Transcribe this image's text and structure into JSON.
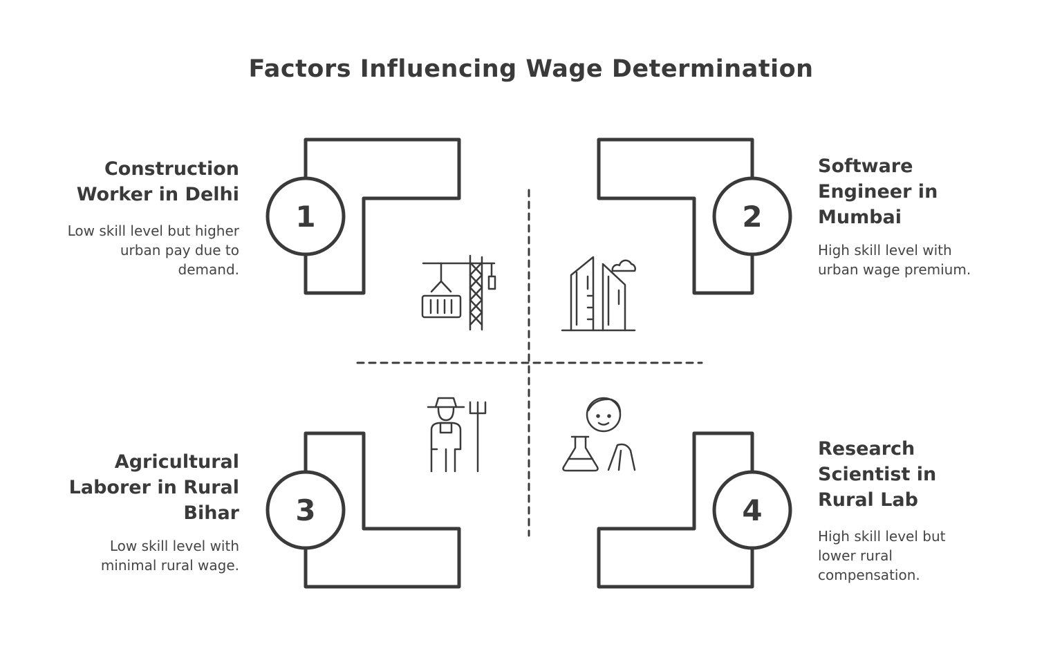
{
  "title": "Factors Influencing Wage Determination",
  "quadrants": [
    {
      "number": "1",
      "heading": "Construction Worker in Delhi",
      "description": "Low skill level but higher urban pay due to demand.",
      "icon": "construction-crane-icon"
    },
    {
      "number": "2",
      "heading": "Software Engineer in Mumbai",
      "description": "High skill level with urban wage premium.",
      "icon": "city-buildings-icon"
    },
    {
      "number": "3",
      "heading": "Agricultural Laborer in Rural Bihar",
      "description": "Low skill level with minimal rural wage.",
      "icon": "farmer-pitchfork-icon"
    },
    {
      "number": "4",
      "heading": "Research Scientist in Rural Lab",
      "description": "High skill level but lower rural compensation.",
      "icon": "scientist-flask-icon"
    }
  ],
  "colors": {
    "stroke": "#3a3a3a",
    "background": "#ffffff"
  }
}
